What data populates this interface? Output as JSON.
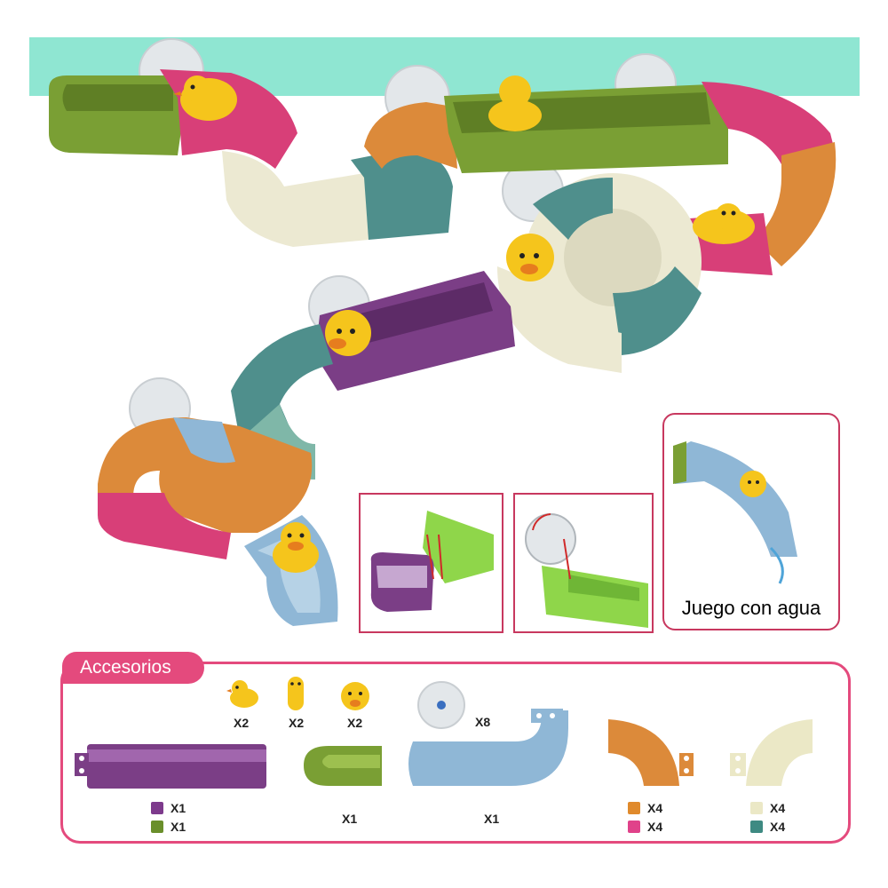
{
  "water_caption": "Juego con agua",
  "accessories": {
    "title": "Accesorios",
    "duck_full_qty": "X2",
    "duck_tall_qty": "X2",
    "duck_head_qty": "X2",
    "suction_cup_qty": "X8",
    "straight_track_legend": [
      {
        "color": "#7d3a8c",
        "qty": "X1"
      },
      {
        "color": "#6a8f2b",
        "qty": "X1"
      }
    ],
    "end_cap_qty": "X1",
    "long_curve_qty": "X1",
    "curve_orange_legend": [
      {
        "color": "#e08a2c",
        "qty": "X4"
      },
      {
        "color": "#e0428a",
        "qty": "X4"
      }
    ],
    "curve_cream_legend": [
      {
        "color": "#ebe8c6",
        "qty": "X4"
      },
      {
        "color": "#3e8a82",
        "qty": "X4"
      }
    ]
  },
  "colors": {
    "accent": "#e44a7d",
    "inset_border": "#c8385f",
    "wall": "#8fe6d2",
    "green": "#7a9f34",
    "pink": "#d83f78",
    "orange": "#dc8a3a",
    "cream": "#ece9d2",
    "teal": "#4f8f8c",
    "purple": "#7b3e86",
    "blue": "#8fb7d6",
    "duck": "#f5c51c"
  }
}
